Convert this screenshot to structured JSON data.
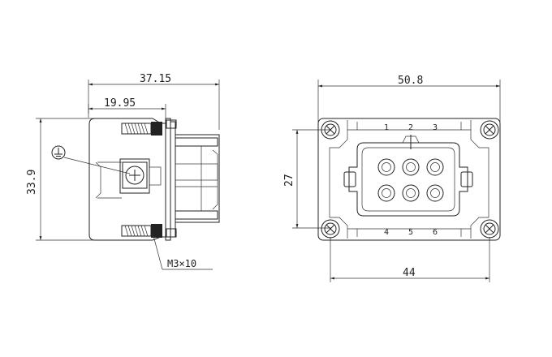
{
  "side_view": {
    "dim_overall_width": "37.15",
    "dim_partial_width": "19.95",
    "dim_height": "33.9",
    "screw_callout": "M3×10"
  },
  "front_view": {
    "dim_width": "50.8",
    "dim_mount_spacing": "44",
    "dim_height": "27",
    "pin_labels_top": [
      "1",
      "2",
      "3"
    ],
    "pin_labels_bottom": [
      "4",
      "5",
      "6"
    ]
  }
}
